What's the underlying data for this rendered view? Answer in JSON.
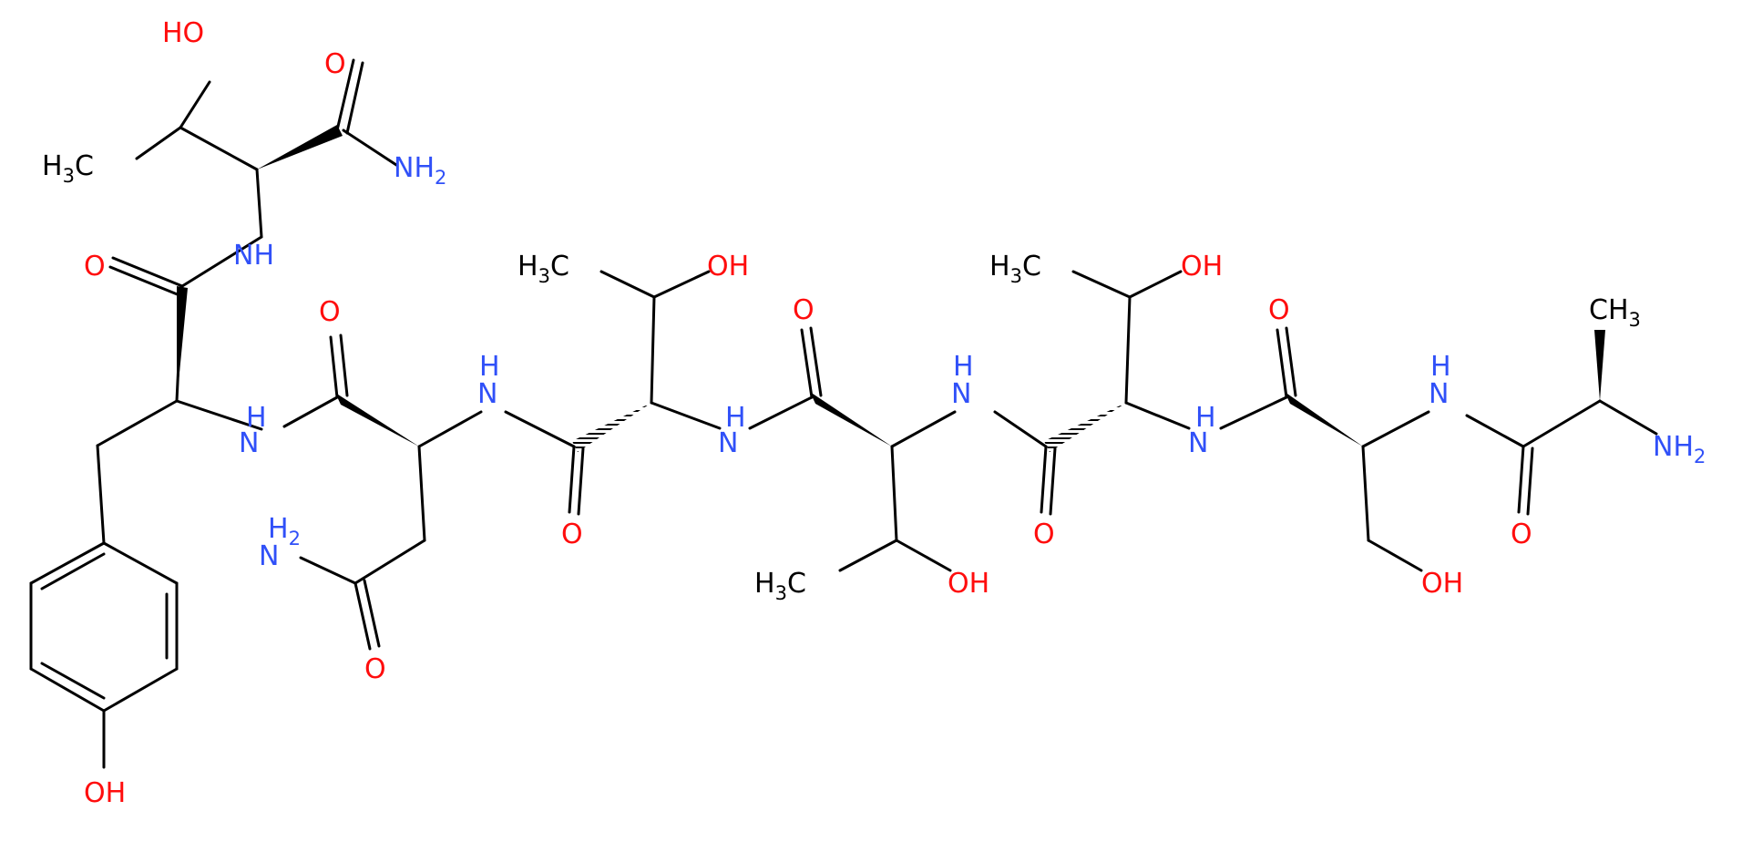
{
  "colors": {
    "bond": "#000000",
    "oxygen": "#ff0d0d",
    "nitrogen": "#3050f8",
    "carbon": "#000000"
  },
  "labels": {
    "oh": "OH",
    "ho": "HO",
    "o": "O",
    "nh": "NH",
    "hn": "HN",
    "n": "N",
    "h": "H",
    "h3c": "H3C",
    "ch3": "CH3",
    "nh2": "NH2",
    "h2n": "H2N"
  }
}
